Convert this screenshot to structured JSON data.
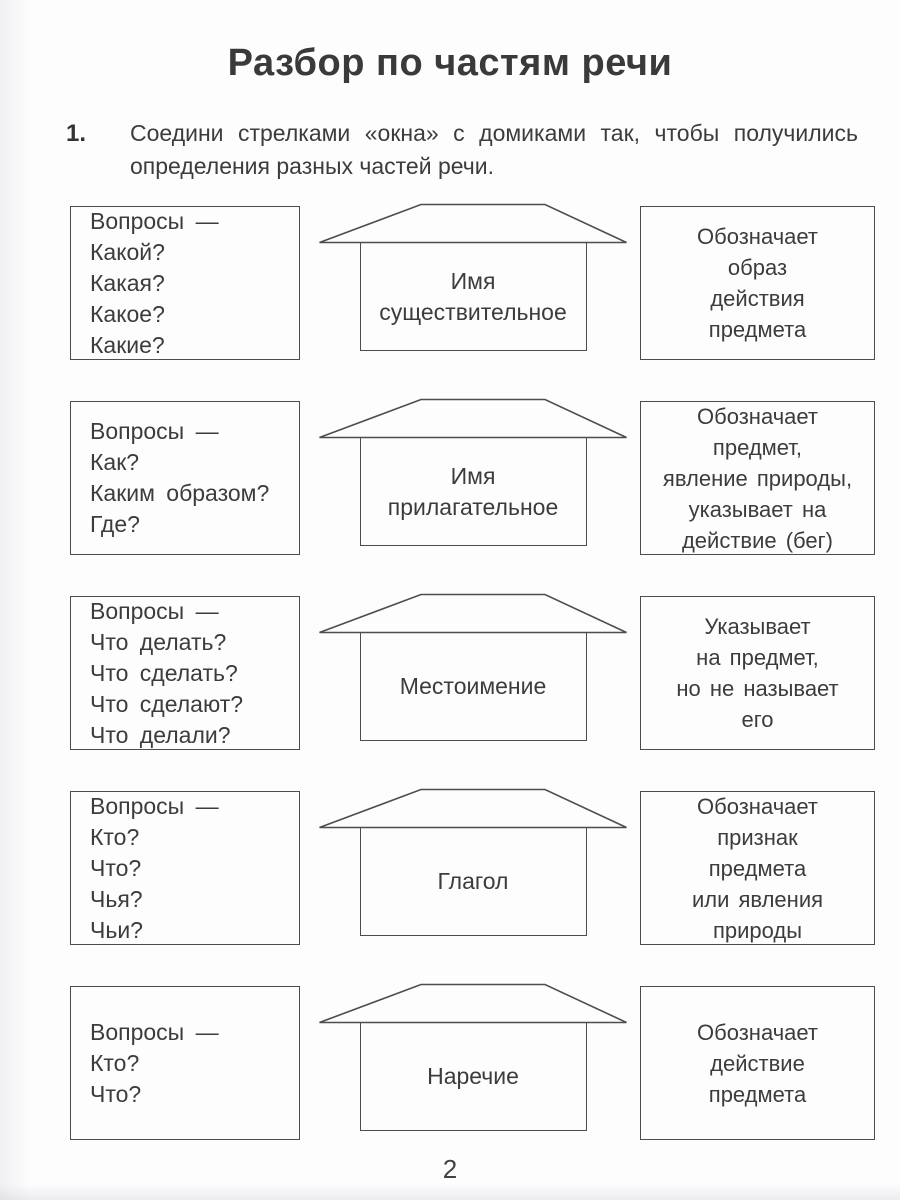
{
  "page": {
    "title": "Разбор по частям речи",
    "page_number": "2"
  },
  "task": {
    "number": "1.",
    "text": "Соедини стрелками «окна» с домиками так, чтобы получились определения разных частей речи."
  },
  "rows": [
    {
      "questions": [
        "Вопросы —",
        "Какой?",
        "Какая?",
        "Какое?",
        "Какие?"
      ],
      "house": [
        "Имя",
        "существительное"
      ],
      "definition": [
        "Обозначает",
        "образ",
        "действия",
        "предмета"
      ]
    },
    {
      "questions": [
        "Вопросы —",
        "Как?",
        "Каким образом?",
        "Где?"
      ],
      "house": [
        "Имя",
        "прилагательное"
      ],
      "definition": [
        "Обозначает",
        "предмет,",
        "явление природы,",
        "указывает на",
        "действие (бег)"
      ]
    },
    {
      "questions": [
        "Вопросы —",
        "Что делать?",
        "Что сделать?",
        "Что сделают?",
        "Что делали?"
      ],
      "house": [
        "Местоимение"
      ],
      "definition": [
        "Указывает",
        "на предмет,",
        "но не называет",
        "его"
      ]
    },
    {
      "questions": [
        "Вопросы —",
        "Кто?",
        "Что?",
        "Чья?",
        "Чьи?"
      ],
      "house": [
        "Глагол"
      ],
      "definition": [
        "Обозначает",
        "признак",
        "предмета",
        "или явления",
        "природы"
      ]
    },
    {
      "questions": [
        "Вопросы —",
        "Кто?",
        "Что?"
      ],
      "house": [
        "Наречие"
      ],
      "definition": [
        "Обозначает",
        "действие",
        "предмета"
      ]
    }
  ]
}
